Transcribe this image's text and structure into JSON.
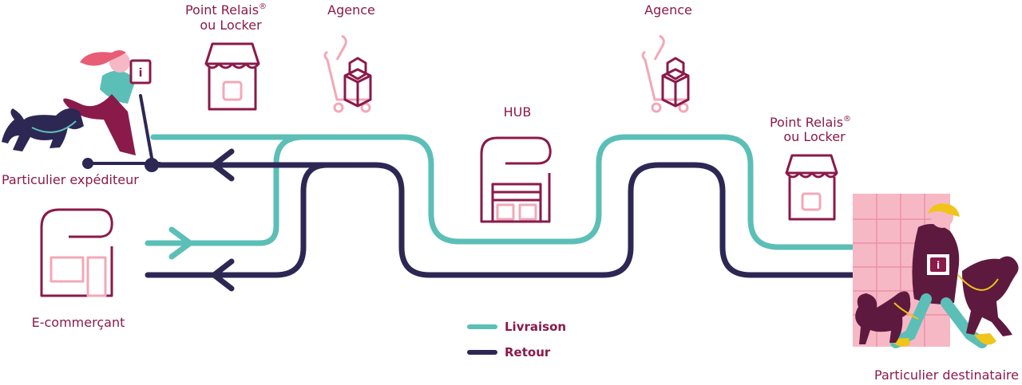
{
  "labels": {
    "relay_top_line1": "Point Relais",
    "relay_top_line2": "ou Locker",
    "agence_left": "Agence",
    "agence_right": "Agence",
    "hub": "HUB",
    "relay_right_line1": "Point Relais",
    "relay_right_line2": "ou Locker",
    "sender": "Particulier expéditeur",
    "merchant": "E-commerçant",
    "recipient": "Particulier destinataire",
    "registered_mark": "®"
  },
  "legend": {
    "delivery": "Livraison",
    "return": "Retour"
  },
  "colors": {
    "delivery": "#5bbfb7",
    "return": "#2d2754",
    "accent": "#8a1a4a",
    "pink": "#f1a8b8",
    "light_pink": "#f7b8c6"
  }
}
